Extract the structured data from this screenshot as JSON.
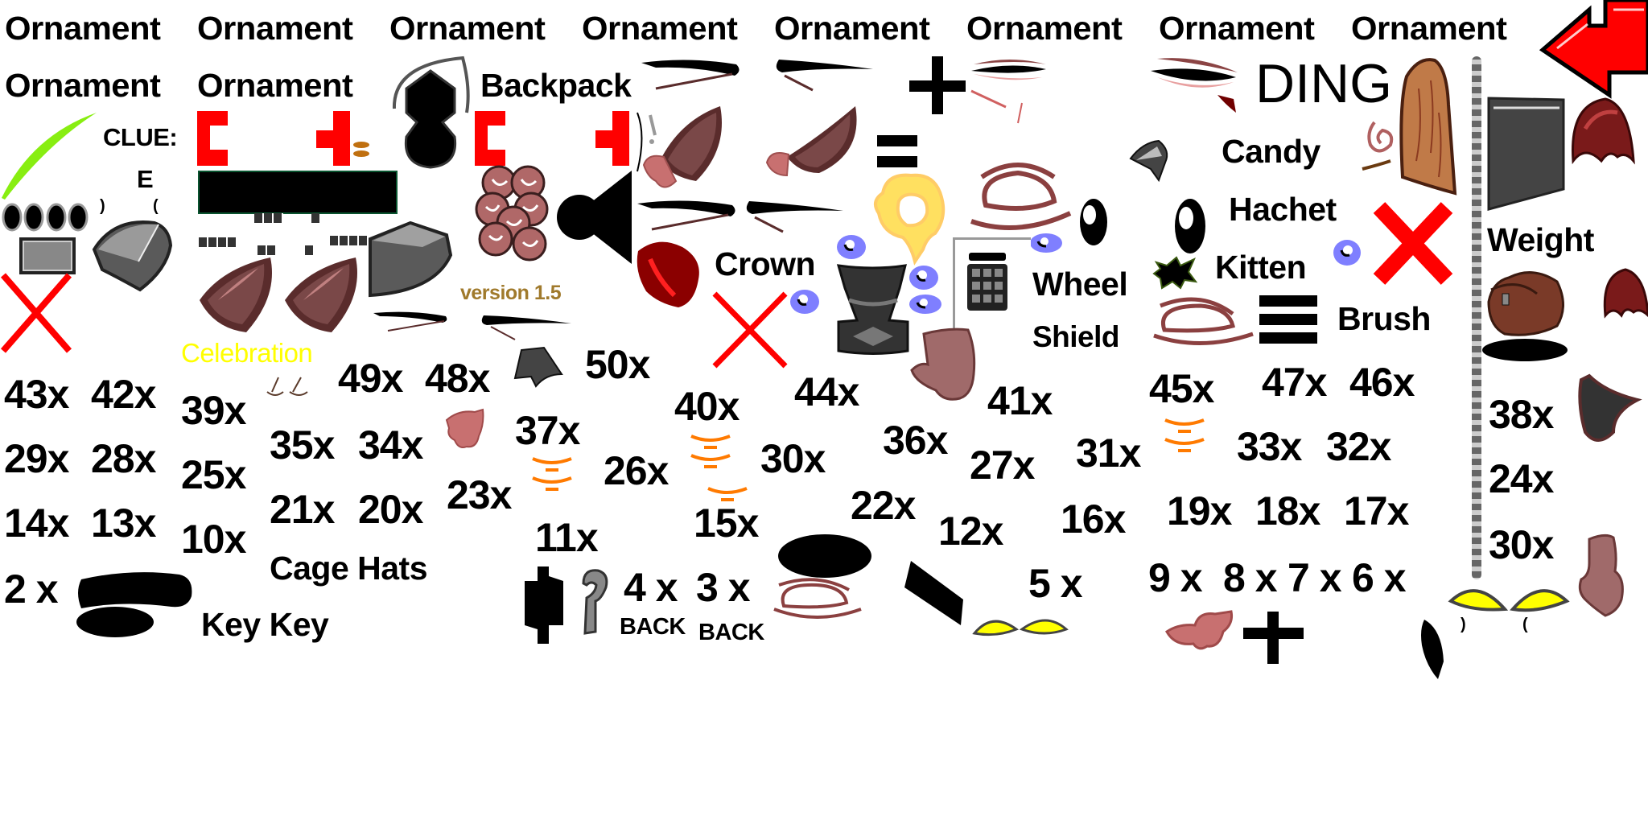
{
  "sheet": {
    "title_row_1": [
      "Ornament",
      "Ornament",
      "Ornament",
      "Ornament",
      "Ornament",
      "Ornament",
      "Ornament",
      "Ornament"
    ],
    "title_row_2": [
      "Ornament",
      "Ornament"
    ],
    "labels": {
      "backpack": "Backpack",
      "clue": "CLUE:",
      "clue_letter": "E",
      "ding": "DING",
      "candy": "Candy",
      "hachet": "Hachet",
      "weight": "Weight",
      "kitten": "Kitten",
      "wheel": "Wheel",
      "crown": "Crown",
      "shield": "Shield",
      "brush": "Brush",
      "version": "version 1.5",
      "celebration": "Celebration",
      "cage_hats": "Cage Hats",
      "key_key": "Key Key",
      "back_1": "BACK",
      "back_2": "BACK"
    },
    "counts": [
      "43x",
      "42x",
      "39x",
      "49x",
      "48x",
      "50x",
      "40x",
      "44x",
      "41x",
      "45x",
      "47x",
      "46x",
      "38x",
      "29x",
      "28x",
      "25x",
      "35x",
      "34x",
      "37x",
      "26x",
      "30x",
      "36x",
      "27x",
      "31x",
      "33x",
      "32x",
      "24x",
      "14x",
      "13x",
      "10x",
      "21x",
      "20x",
      "23x",
      "11x",
      "15x",
      "22x",
      "12x",
      "16x",
      "19x",
      "18x",
      "17x",
      "30x",
      "2 x",
      "4 x",
      "3 x",
      "5 x",
      "9 x",
      "8 x",
      "7 x",
      "6 x"
    ],
    "colors": {
      "red": "#ff0000",
      "yellow_text": "#ffff00",
      "version_gold": "#a07a2c",
      "orange": "#ff7a00",
      "brown_horn": "#7a4343",
      "skin": "#c87070",
      "eye_blue": "#7f7fff",
      "grey": "#555555",
      "lime": "#88ee11"
    }
  }
}
